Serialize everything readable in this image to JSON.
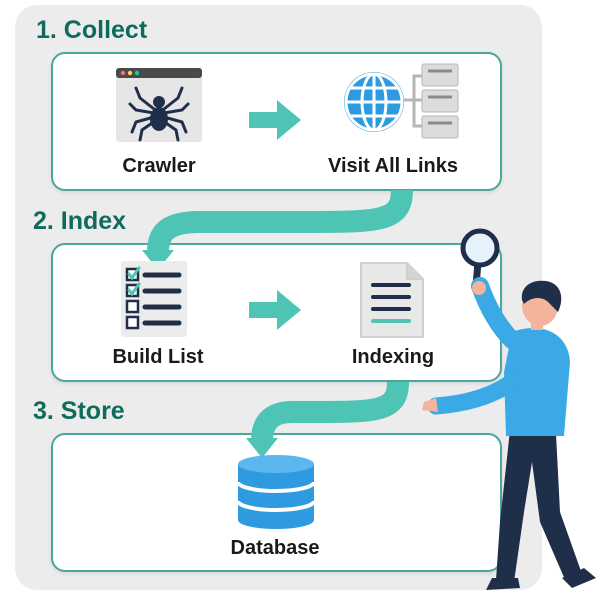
{
  "sections": [
    {
      "title": "1. Collect",
      "steps": [
        "Crawler",
        "Visit All Links"
      ]
    },
    {
      "title": "2. Index",
      "steps": [
        "Build List",
        "Indexing"
      ]
    },
    {
      "title": "3. Store",
      "steps": [
        "Database"
      ]
    }
  ],
  "colors": {
    "accent": "#4ec5b4",
    "title": "#0f6b5c",
    "box_border": "#4aa79a",
    "panel": "#ececec",
    "globe": "#2e9be0",
    "database": "#2e9be0",
    "shirt": "#3aa9e6",
    "pants": "#1f2f4a",
    "navy": "#1f2f4a"
  },
  "icons": [
    "spider-icon",
    "globe-icon",
    "server-icon",
    "checklist-icon",
    "document-icon",
    "database-icon",
    "magnifier-icon"
  ]
}
